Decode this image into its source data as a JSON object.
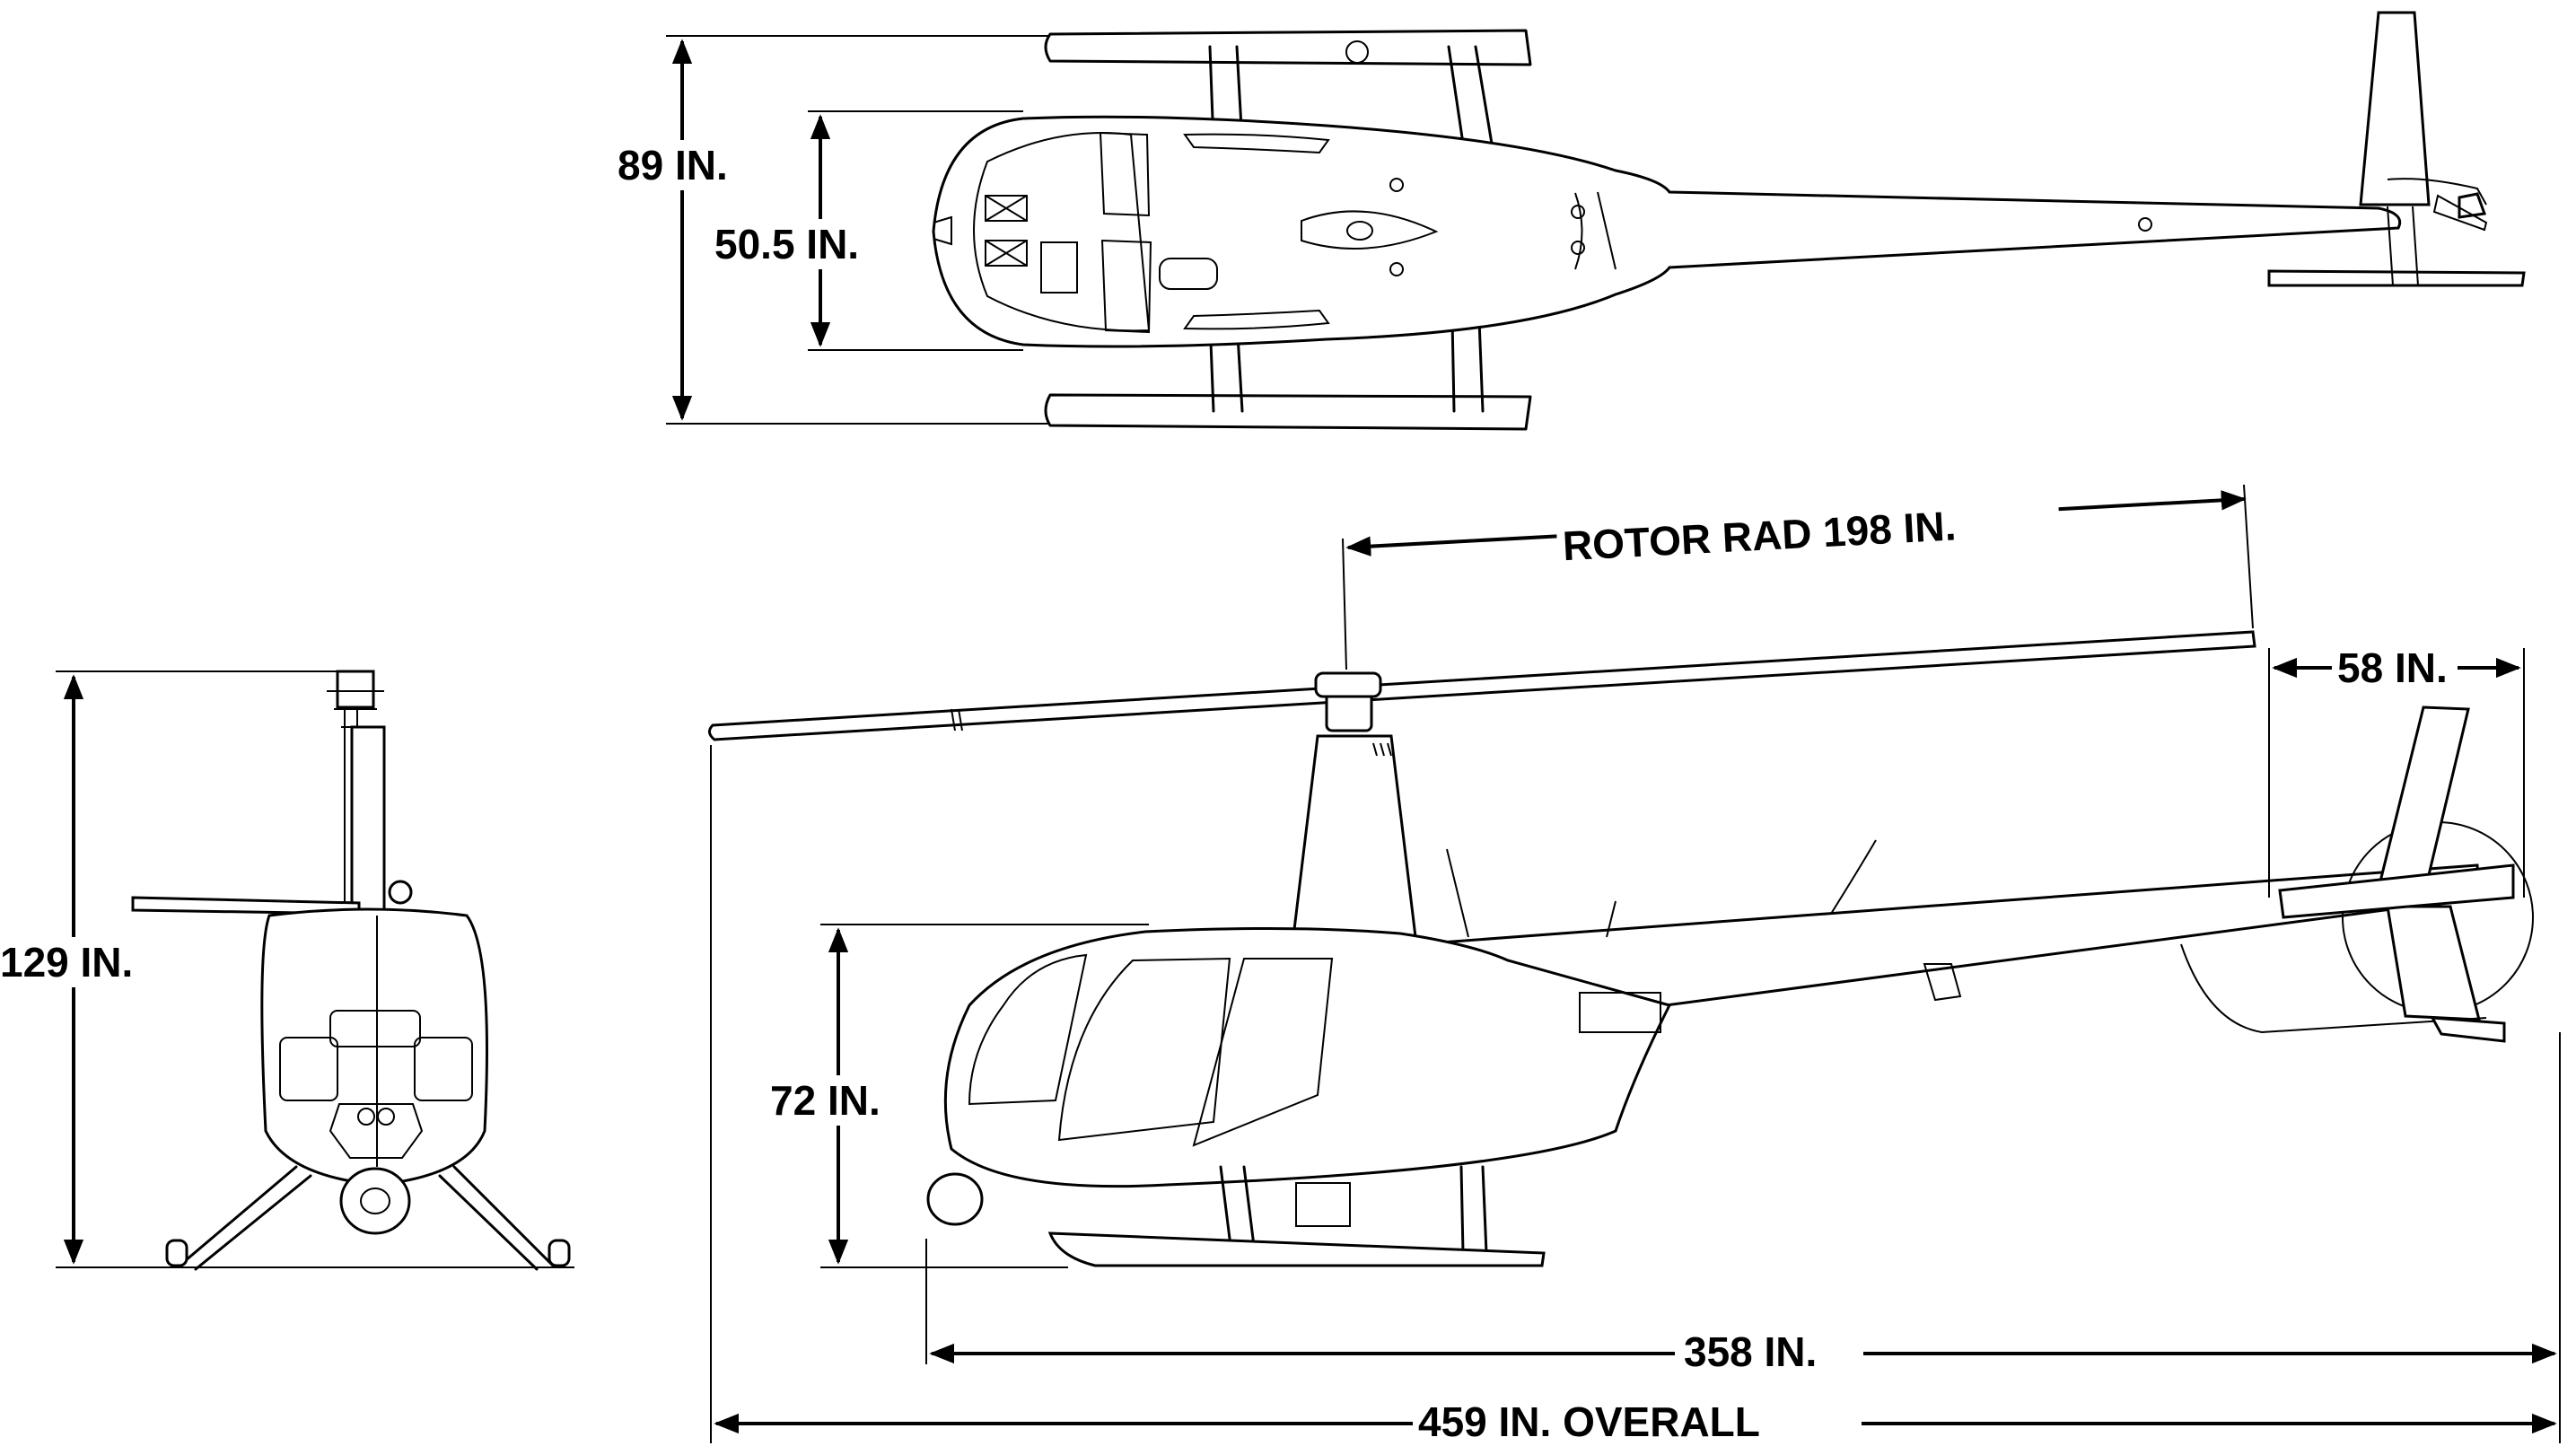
{
  "dimensions": {
    "top_width_skid": "89 IN.",
    "top_width_cabin": "50.5 IN.",
    "front_height": "129 IN.",
    "rotor_radius": "ROTOR RAD 198 IN.",
    "tail_rotor": "58 IN.",
    "cabin_height": "72 IN.",
    "fuselage_length": "358 IN.",
    "overall_length": "459 IN. OVERALL"
  }
}
